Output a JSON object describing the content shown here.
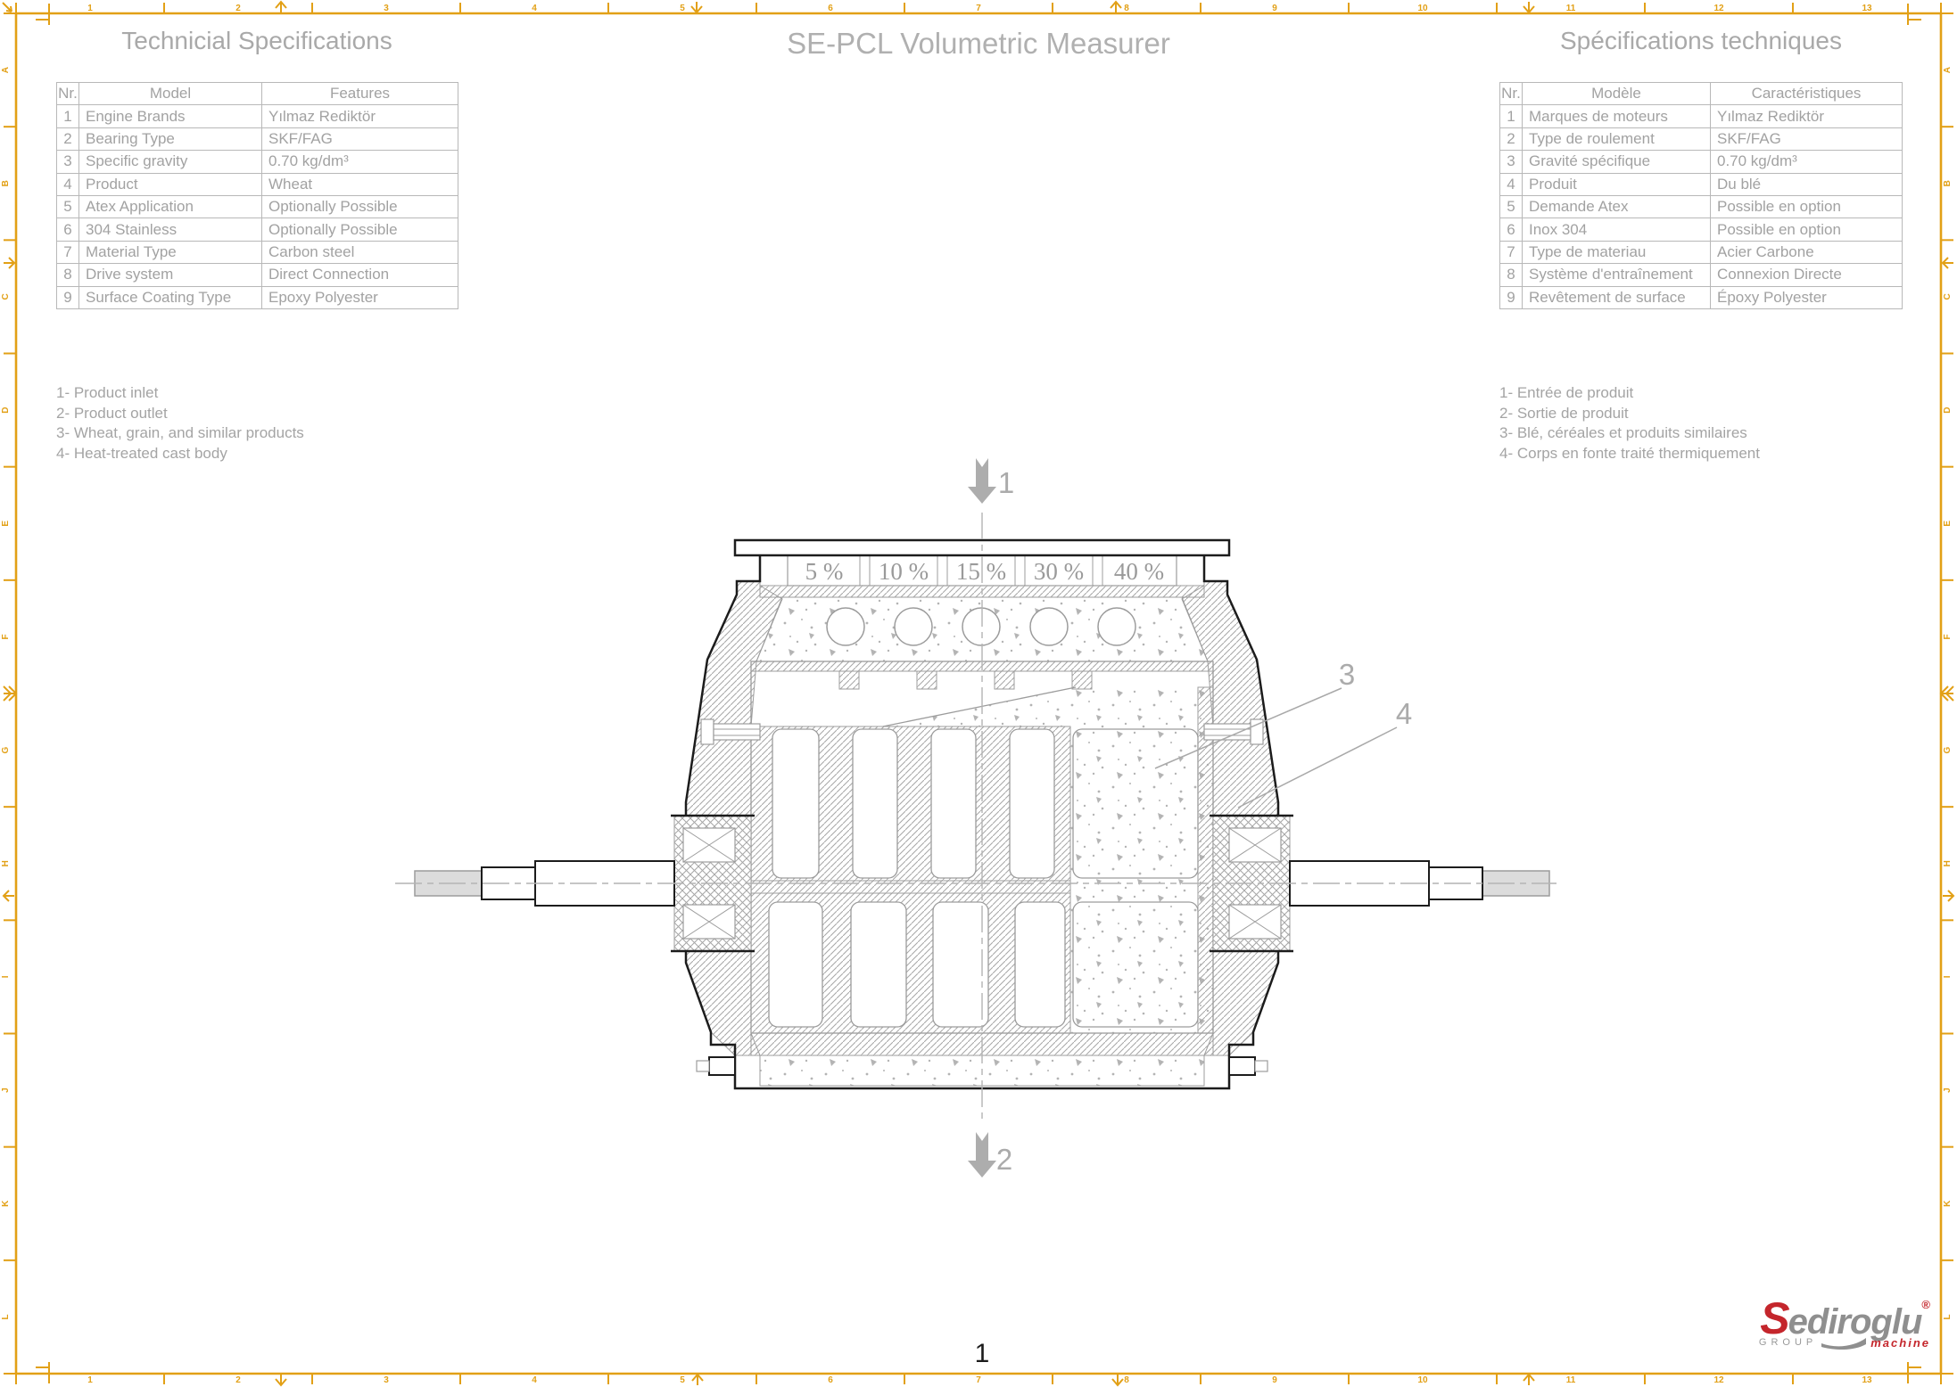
{
  "page": {
    "title": "SE-PCL Volumetric Measurer",
    "number": "1"
  },
  "tables": {
    "english": {
      "title": "Technicial Specifications",
      "headers": [
        "Nr.",
        "Model",
        "Features"
      ],
      "rows": [
        [
          "1",
          "Engine Brands",
          "Yılmaz Rediktör"
        ],
        [
          "2",
          "Bearing Type",
          "SKF/FAG"
        ],
        [
          "3",
          "Specific gravity",
          "0.70 kg/dm³"
        ],
        [
          "4",
          "Product",
          "Wheat"
        ],
        [
          "5",
          "Atex Application",
          "Optionally Possible"
        ],
        [
          "6",
          "304 Stainless",
          "Optionally Possible"
        ],
        [
          "7",
          "Material Type",
          "Carbon steel"
        ],
        [
          "8",
          "Drive system",
          "Direct Connection"
        ],
        [
          "9",
          "Surface Coating Type",
          "Epoxy Polyester"
        ]
      ]
    },
    "french": {
      "title": "Spécifications techniques",
      "headers": [
        "Nr.",
        "Modèle",
        "Caractéristiques"
      ],
      "rows": [
        [
          "1",
          "Marques de moteurs",
          "Yılmaz Rediktör"
        ],
        [
          "2",
          "Type de roulement",
          "SKF/FAG"
        ],
        [
          "3",
          "Gravité spécifique",
          "0.70 kg/dm³"
        ],
        [
          "4",
          "Produit",
          "Du blé"
        ],
        [
          "5",
          "Demande Atex",
          "Possible en option"
        ],
        [
          "6",
          "Inox 304",
          "Possible en option"
        ],
        [
          "7",
          "Type de materiau",
          "Acier Carbone"
        ],
        [
          "8",
          "Système d'entraînement",
          "Connexion Directe"
        ],
        [
          "9",
          "Revêtement de surface",
          "Époxy Polyester"
        ]
      ]
    }
  },
  "notes": {
    "english": [
      "1- Product inlet",
      "2- Product outlet",
      "3- Wheat, grain, and similar products",
      "4- Heat-treated cast body"
    ],
    "french": [
      "1- Entrée de produit",
      "2- Sortie de produit",
      "3- Blé, céréales et produits similaires",
      "4- Corps en fonte traité thermiquement"
    ]
  },
  "diagram": {
    "percentages": [
      "5 %",
      "10 %",
      "15 %",
      "30 %",
      "40 %"
    ],
    "callouts": {
      "c1": "1",
      "c2": "2",
      "c3": "3",
      "c4": "4"
    }
  },
  "frame": {
    "color": "#e2a016",
    "numbers": [
      "1",
      "2",
      "3",
      "4",
      "5",
      "6",
      "7",
      "8",
      "9",
      "10",
      "11",
      "12",
      "13"
    ],
    "letters": [
      "A",
      "B",
      "C",
      "D",
      "E",
      "F",
      "G",
      "H",
      "I",
      "J",
      "K",
      "L"
    ]
  },
  "logo": {
    "s": "S",
    "rest": "ediroglu",
    "reg": "®",
    "group": "GROUP",
    "machine": "machine"
  },
  "colors": {
    "frame": "#e2a016",
    "line_gray": "#9c9c9c",
    "text_gray": "#a2a2a2",
    "logo_red": "#c4262c",
    "black": "#1c1c1c"
  }
}
